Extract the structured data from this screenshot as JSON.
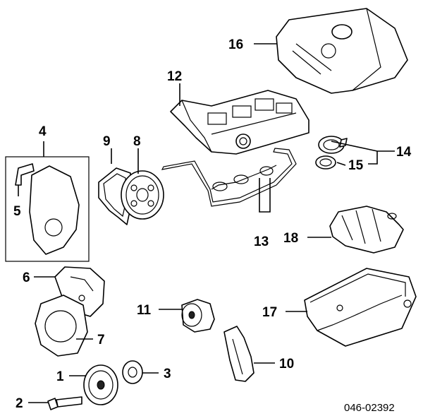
{
  "callouts": {
    "c1": "1",
    "c2": "2",
    "c3": "3",
    "c4": "4",
    "c5": "5",
    "c6": "6",
    "c7": "7",
    "c8": "8",
    "c9": "9",
    "c10": "10",
    "c11": "11",
    "c12": "12",
    "c13": "13",
    "c14": "14",
    "c15": "15",
    "c16": "16",
    "c17": "17",
    "c18": "18"
  },
  "reference_code": "046-02392"
}
